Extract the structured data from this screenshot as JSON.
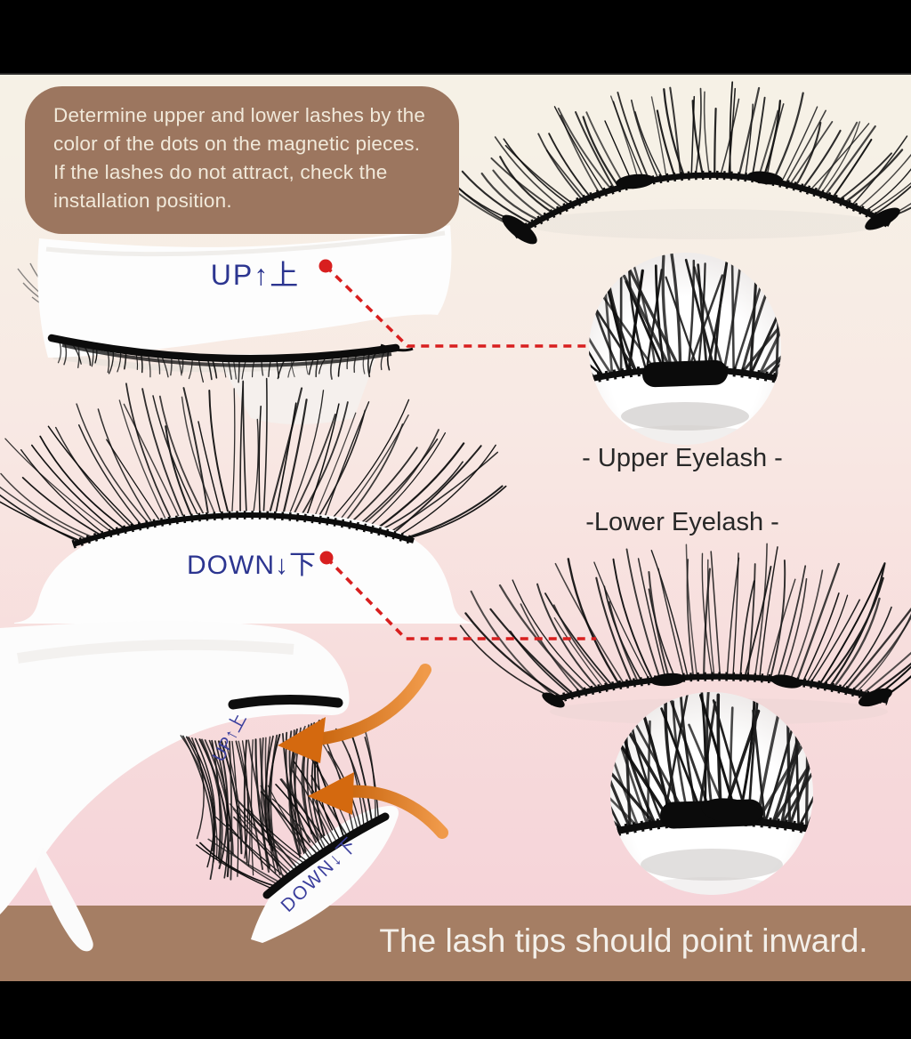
{
  "figure": {
    "note_bubble": {
      "text": "Determine upper and lower lashes by the\ncolor of the dots on the magnetic pieces.\nIf the lashes do not attract, check the\ninstallation position."
    },
    "up_applicator_label": "UP↑上",
    "down_applicator_label": "DOWN↓下",
    "upper_eyelash_caption": "- Upper Eyelash -",
    "lower_eyelash_caption": "-Lower Eyelash -",
    "tool_small_labels": {
      "up": "UP↑上",
      "down": "DOWN↓下"
    },
    "footer_note": "The lash tips should point inward.",
    "colors": {
      "background_top": "#f6f1e6",
      "background_bottom": "#f5d2d8",
      "note_bubble_brown": "#9c765f",
      "footer_bar_brown": "#a57e64",
      "letterbox_black": "#000000",
      "connector_red": "#d81f1f",
      "label_blue": "#2c3590",
      "caption_dark": "#282828",
      "arrow_orange": "#dd7b22",
      "note_text_cream": "#f1e9da",
      "footer_text_white": "#f4f0ea"
    }
  }
}
